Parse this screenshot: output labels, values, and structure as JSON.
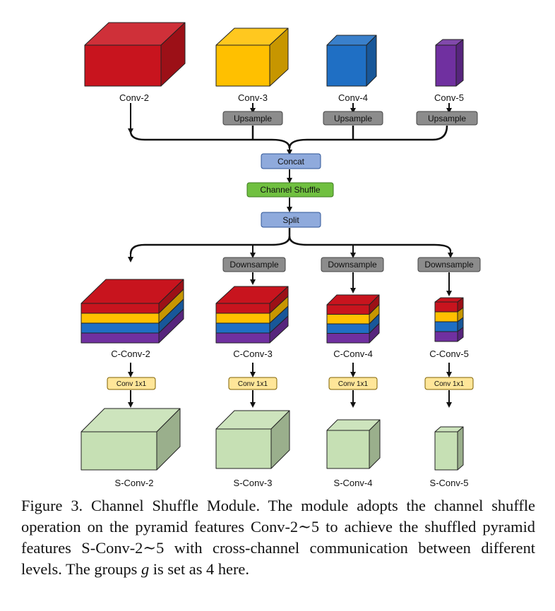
{
  "diagram": {
    "inputs": {
      "conv2": "Conv-2",
      "conv3": "Conv-3",
      "conv4": "Conv-4",
      "conv5": "Conv-5"
    },
    "upsample": "Upsample",
    "concat": "Concat",
    "channel_shuffle": "Channel Shuffle",
    "split": "Split",
    "downsample": "Downsample",
    "shuffled": {
      "c2": "C-Conv-2",
      "c3": "C-Conv-3",
      "c4": "C-Conv-4",
      "c5": "C-Conv-5"
    },
    "conv1x1": "Conv 1x1",
    "outputs": {
      "s2": "S-Conv-2",
      "s3": "S-Conv-3",
      "s4": "S-Conv-4",
      "s5": "S-Conv-5"
    }
  },
  "colors": {
    "red": "#c8141e",
    "yellow": "#ffc000",
    "blue": "#1f6fc4",
    "purple": "#7030a0",
    "green_cube": "#c6e0b4",
    "btn_gray": "#8c8c8c",
    "btn_blue": "#8faadc",
    "btn_green": "#70c040",
    "btn_yellow": "#ffe699"
  },
  "caption": {
    "part1": "Figure 3. Channel Shuffle Module. The module adopts the channel shuffle operation on the pyramid features Conv-2∼5 to achieve the shuffled pyramid features S-Conv-2∼5 with cross-channel communication between different levels. The groups ",
    "symbol": "g",
    "part2": " is set as 4 here."
  }
}
